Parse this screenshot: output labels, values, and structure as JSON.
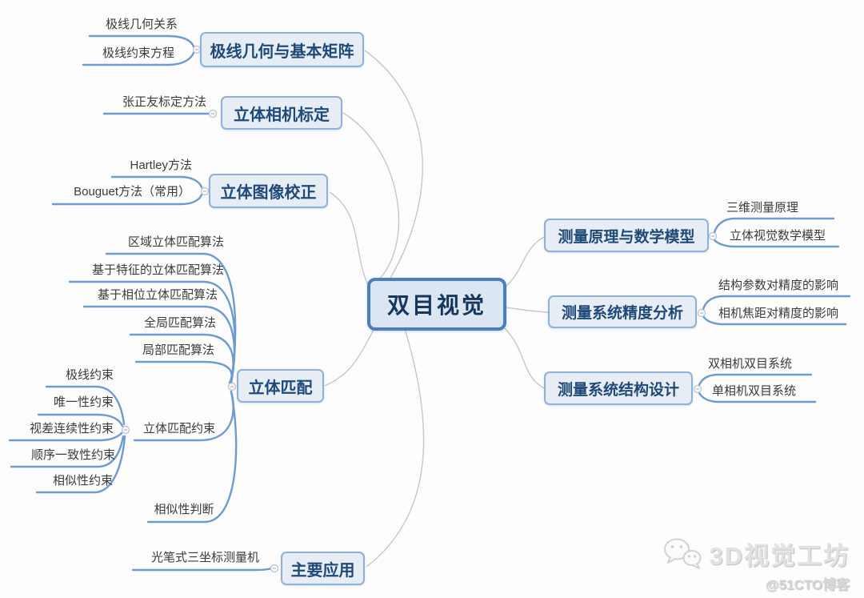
{
  "mindmap": {
    "root": {
      "label": "双目视觉"
    },
    "left_branches": [
      {
        "label": "极线几何与基本矩阵",
        "children": [
          {
            "label": "极线几何关系"
          },
          {
            "label": "极线约束方程"
          }
        ]
      },
      {
        "label": "立体相机标定",
        "children": [
          {
            "label": "张正友标定方法"
          }
        ]
      },
      {
        "label": "立体图像校正",
        "children": [
          {
            "label": "Hartley方法"
          },
          {
            "label": "Bouguet方法（常用）"
          }
        ]
      },
      {
        "label": "立体匹配",
        "children": [
          {
            "label": "区域立体匹配算法"
          },
          {
            "label": "基于特征的立体匹配算法"
          },
          {
            "label": "基于相位立体匹配算法"
          },
          {
            "label": "全局匹配算法"
          },
          {
            "label": "局部匹配算法"
          },
          {
            "label": "立体匹配约束",
            "children": [
              {
                "label": "极线约束"
              },
              {
                "label": "唯一性约束"
              },
              {
                "label": "视差连续性约束"
              },
              {
                "label": "顺序一致性约束"
              },
              {
                "label": "相似性约束"
              }
            ]
          },
          {
            "label": "相似性判断"
          }
        ]
      },
      {
        "label": "主要应用",
        "children": [
          {
            "label": "光笔式三坐标测量机"
          }
        ]
      }
    ],
    "right_branches": [
      {
        "label": "测量原理与数学模型",
        "children": [
          {
            "label": "三维测量原理"
          },
          {
            "label": "立体视觉数学模型"
          }
        ]
      },
      {
        "label": "测量系统精度分析",
        "children": [
          {
            "label": "结构参数对精度的影响"
          },
          {
            "label": "相机焦距对精度的影响"
          }
        ]
      },
      {
        "label": "测量系统结构设计",
        "children": [
          {
            "label": "双相机双目系统"
          },
          {
            "label": "单相机双目系统"
          }
        ]
      }
    ]
  },
  "watermark": {
    "brand": "3D视觉工坊",
    "credit": "@51CTO博客"
  },
  "colors": {
    "center_border": "#4a7ebc",
    "center_fill": "#dce6f2",
    "center_text": "#16365c",
    "branch_border": "#8fb0d9",
    "branch_fill": "#e7edf5",
    "branch_text": "#1f4978",
    "child_link_blue": "#6f9ad0",
    "trunk_link_gray": "#c6c6c6",
    "leaf_text": "#3b3b3b"
  }
}
